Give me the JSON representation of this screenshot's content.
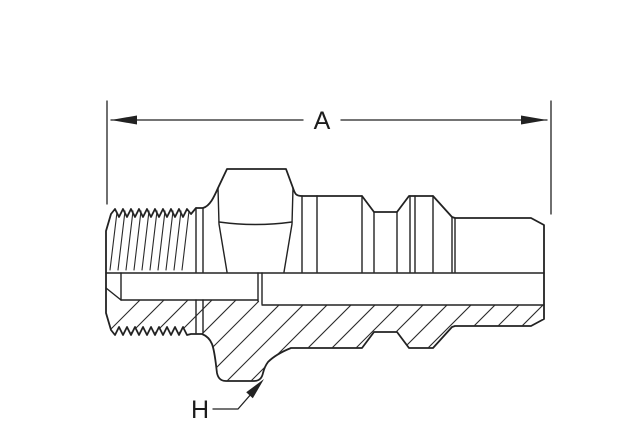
{
  "figure": {
    "type": "technical-line-drawing",
    "subject": "threaded-hose-fitting-half-section",
    "dimension_label": "A",
    "leader_label": "H"
  },
  "colors": {
    "line": "#1c1c1c",
    "background": "#ffffff"
  }
}
